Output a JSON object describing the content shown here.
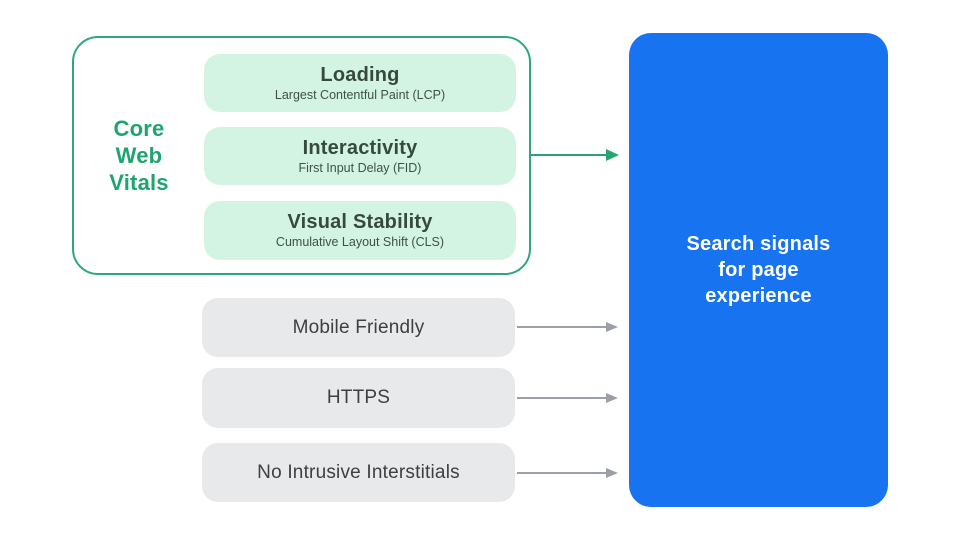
{
  "colors": {
    "green_accent": "#2aa374",
    "green_text": "#1ea46f",
    "mint_fill": "#d3f4e3",
    "mint_text_dark": "#37493f",
    "gray_fill": "#e8e9eb",
    "gray_text": "#3c4043",
    "arrow_gray": "#9aa0a6",
    "blue_fill": "#1773f0",
    "white_text": "#ffffff"
  },
  "core_web_vitals": {
    "label": "Core\nWeb\nVitals",
    "items": [
      {
        "title": "Loading",
        "subtitle": "Largest Contentful Paint (LCP)"
      },
      {
        "title": "Interactivity",
        "subtitle": "First Input Delay (FID)"
      },
      {
        "title": "Visual Stability",
        "subtitle": "Cumulative Layout Shift (CLS)"
      }
    ]
  },
  "other_signals": [
    {
      "label": "Mobile Friendly"
    },
    {
      "label": "HTTPS"
    },
    {
      "label": "No Intrusive Interstitials"
    }
  ],
  "result": {
    "label": "Search signals\nfor page\nexperience"
  }
}
